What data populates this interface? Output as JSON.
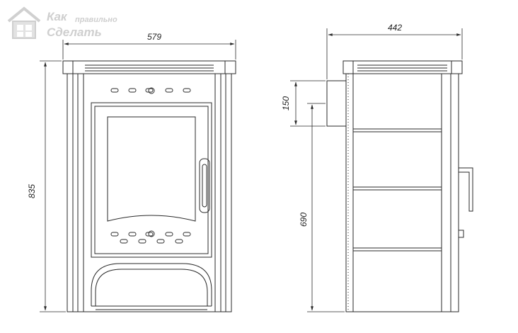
{
  "logo": {
    "line1": "Как",
    "line2": "правильно",
    "line3": "Сделать",
    "icon": "house-icon"
  },
  "front_view": {
    "width_dim": "579",
    "height_dim": "835"
  },
  "side_view": {
    "depth_dim": "442",
    "pipe_dim": "150",
    "pipe_height_dim": "690"
  },
  "colors": {
    "line": "#2a2a2a",
    "logo": "#cfcfcf"
  }
}
